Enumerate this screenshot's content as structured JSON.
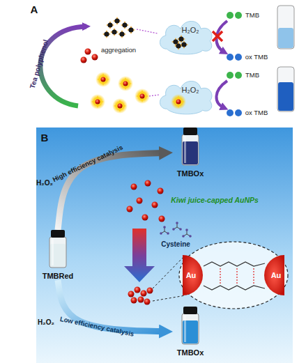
{
  "diagram": {
    "nodes": [
      {
        "text": [
          "H₂O₂"
        ]
      },
      {
        "text": [
          "H₂O₂"
        ]
      },
      {
        "text": [
          "TMBOx"
        ]
      },
      {
        "text": [
          "TMBRed"
        ]
      },
      {
        "text": [
          "Au"
        ]
      },
      {
        "text": [
          "Au"
        ]
      },
      {
        "text": [
          "TMBOx"
        ]
      }
    ],
    "edges": [
      {
        "from": 3,
        "to": 2,
        "arrow": "to",
        "label": "High efficiency catalysis"
      },
      {
        "from": 3,
        "to": 6,
        "arrow": "to",
        "label": "Low efficiency catalysis"
      }
    ],
    "labels": [
      "A",
      "Tea polyphenol",
      "aggregation",
      "TMB",
      "ox TMB",
      "TMB",
      "ox TMB",
      "B",
      "H₂O₂",
      "Kiwi juice-capped AuNPs",
      "Cysteine",
      "H₂O₂"
    ]
  }
}
